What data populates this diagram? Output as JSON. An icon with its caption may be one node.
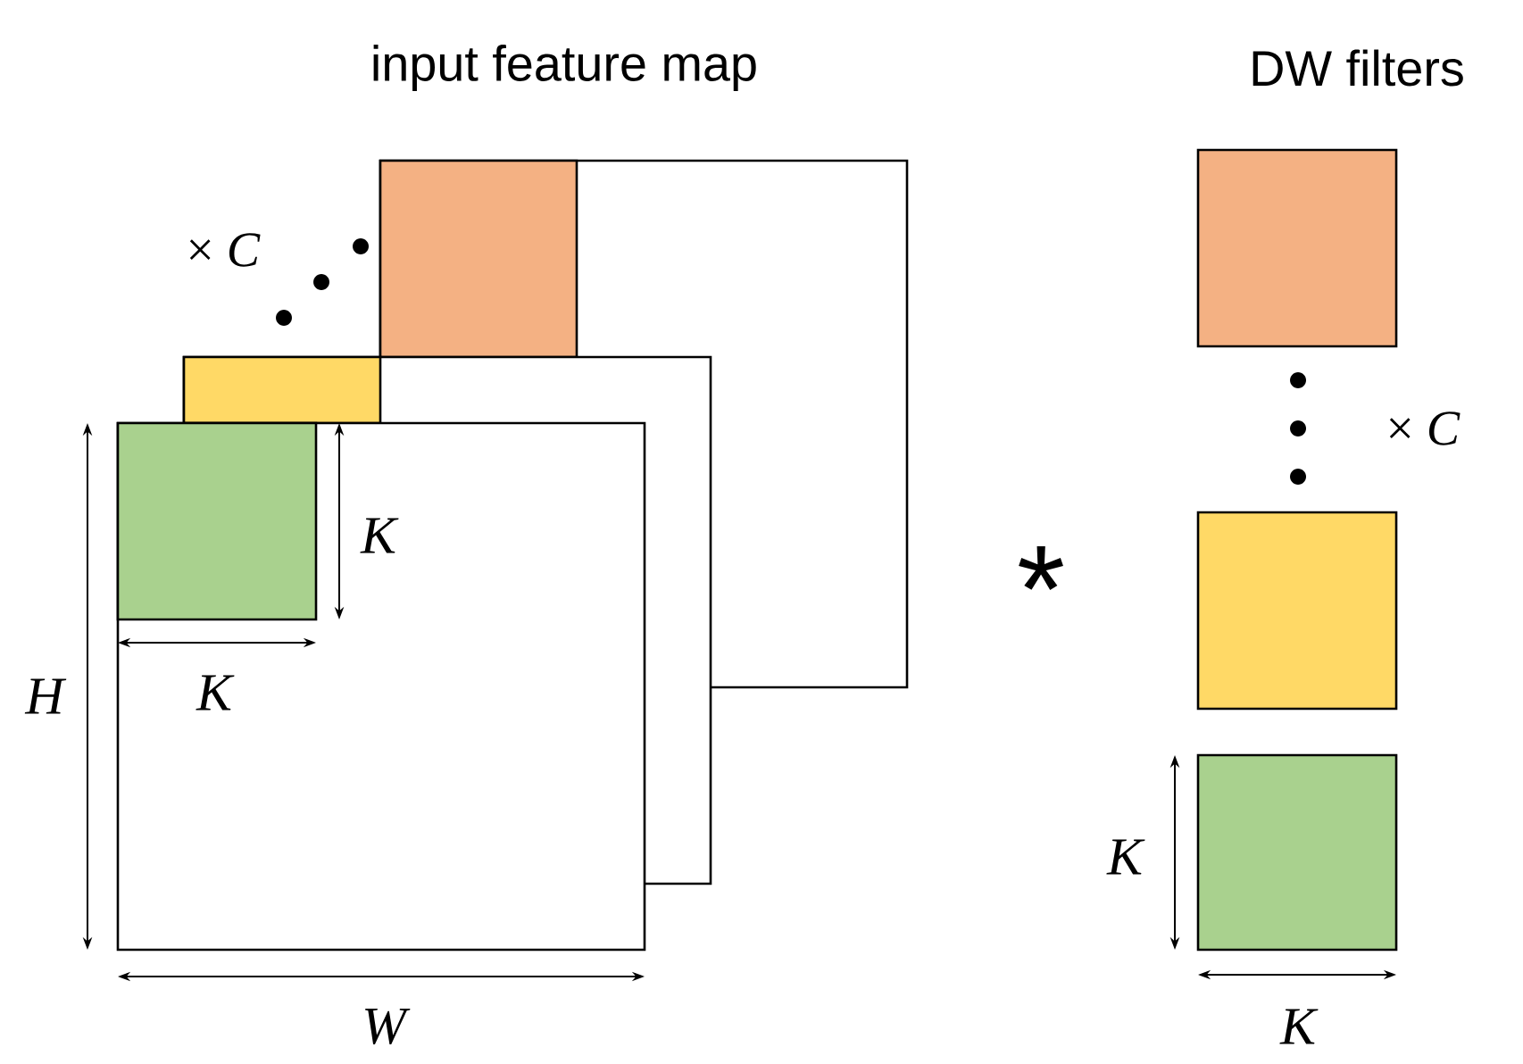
{
  "diagram": {
    "nodes": [
      {
        "text": [],
        "shape": "box"
      },
      {
        "text": [],
        "shape": "box",
        "in": 0
      },
      {
        "text": [],
        "shape": "box"
      },
      {
        "text": [],
        "shape": "box",
        "in": 2
      },
      {
        "text": [],
        "shape": "box"
      },
      {
        "text": [],
        "shape": "box",
        "in": 4
      },
      {
        "text": [],
        "shape": "box"
      },
      {
        "text": [],
        "shape": "box"
      },
      {
        "text": [],
        "shape": "box"
      }
    ],
    "labels": [
      "input feature map",
      "DW filters",
      "× *C*",
      "× *C*",
      "K",
      "*",
      "K",
      "H",
      "K",
      "W",
      "K"
    ]
  }
}
